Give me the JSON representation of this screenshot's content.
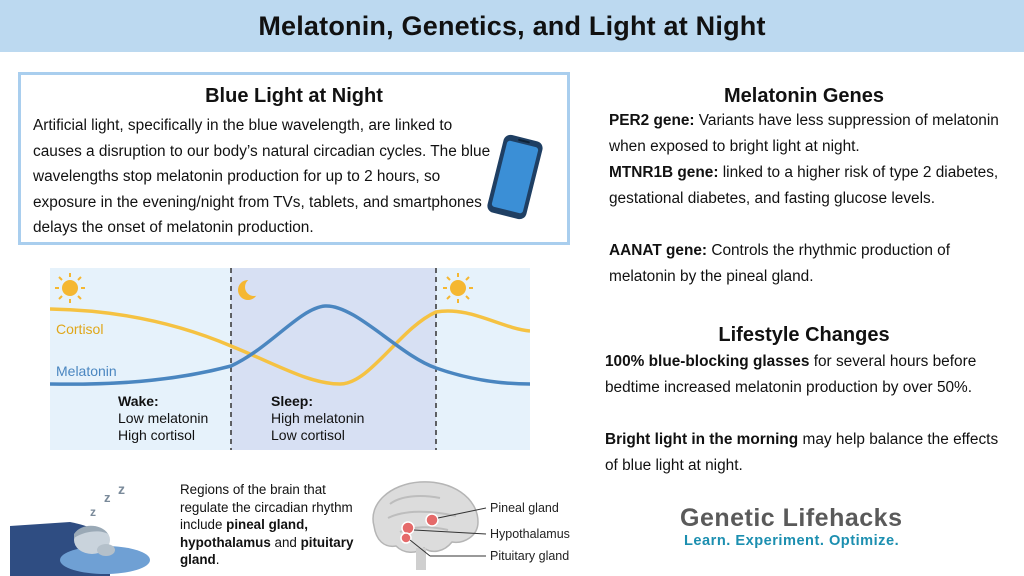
{
  "title": "Melatonin, Genetics, and Light at Night",
  "blue_light": {
    "heading": "Blue Light at Night",
    "body": "Artificial light, specifically in the blue wavelength, are linked to causes a disruption to our body’s natural circadian cycles. The blue wavelengths stop melatonin production for up to 2 hours, so exposure in the evening/night from TVs, tablets, and smartphones delays the onset of melatonin production."
  },
  "cycle": {
    "cortisol_label": "Cortisol",
    "melatonin_label": "Melatonin",
    "wake_title": "Wake:",
    "wake_line1": "Low melatonin",
    "wake_line2": "High cortisol",
    "sleep_title": "Sleep:",
    "sleep_line1": "High melatonin",
    "sleep_line2": "Low cortisol",
    "colors": {
      "cortisol": "#f5c242",
      "melatonin": "#4a86c0",
      "day_bg": "#e6f2fb",
      "night_bg": "#d7e0f3"
    }
  },
  "brain": {
    "text_pre": "Regions of the brain that regulate the circadian rhythm include ",
    "bold1": "pineal gland, hypothalamus",
    "text_mid": " and ",
    "bold2": "pituitary gland",
    "text_end": ".",
    "label_pineal": "Pineal gland",
    "label_hypo": "Hypothalamus",
    "label_pituitary": "Pituitary gland",
    "sleep_letters": [
      "z",
      "z",
      "z"
    ]
  },
  "genes": {
    "heading": "Melatonin Genes",
    "per2_name": "PER2 gene:",
    "per2_text": " Variants have less suppression of melatonin when exposed to bright light at night.",
    "mtnr1b_name": "MTNR1B gene:",
    "mtnr1b_text": " linked to a higher risk of type 2 diabetes, gestational diabetes, and fasting glucose levels.",
    "aanat_name": "AANAT gene:",
    "aanat_text": " Controls the rhythmic production of melatonin by the pineal gland."
  },
  "lifestyle": {
    "heading": "Lifestyle Changes",
    "item1_bold": "100% blue-blocking glasses",
    "item1_text": " for several hours before bedtime increased melatonin production by over 50%.",
    "item2_bold": "Bright light in the morning",
    "item2_text": " may help balance the effects of blue light at night."
  },
  "logo": {
    "name": "Genetic Lifehacks",
    "tagline": "Learn. Experiment. Optimize."
  }
}
